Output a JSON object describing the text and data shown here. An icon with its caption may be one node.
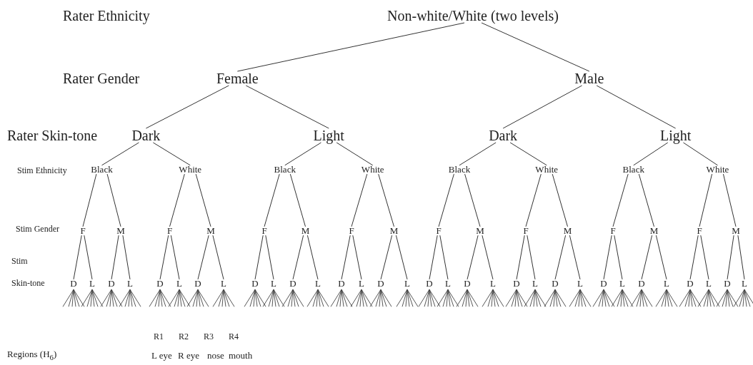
{
  "diagram": {
    "nodes": [
      {
        "text": [
          "Non-white/White (two levels)"
        ]
      },
      {
        "text": [
          "Female"
        ]
      },
      {
        "text": [
          "Male"
        ]
      },
      {
        "text": [
          "Dark"
        ]
      },
      {
        "text": [
          "Light"
        ]
      },
      {
        "text": [
          "Dark"
        ]
      },
      {
        "text": [
          "Light"
        ]
      },
      {
        "text": [
          "Black"
        ]
      },
      {
        "text": [
          "White"
        ]
      },
      {
        "text": [
          "Black"
        ]
      },
      {
        "text": [
          "White"
        ]
      },
      {
        "text": [
          "Black"
        ]
      },
      {
        "text": [
          "White"
        ]
      },
      {
        "text": [
          "Black"
        ]
      },
      {
        "text": [
          "White"
        ]
      },
      {
        "text": [
          "F"
        ]
      },
      {
        "text": [
          "M"
        ]
      },
      {
        "text": [
          "F"
        ]
      },
      {
        "text": [
          "M"
        ]
      },
      {
        "text": [
          "F"
        ]
      },
      {
        "text": [
          "M"
        ]
      },
      {
        "text": [
          "F"
        ]
      },
      {
        "text": [
          "M"
        ]
      },
      {
        "text": [
          "F"
        ]
      },
      {
        "text": [
          "M"
        ]
      },
      {
        "text": [
          "F"
        ]
      },
      {
        "text": [
          "M"
        ]
      },
      {
        "text": [
          "F"
        ]
      },
      {
        "text": [
          "M"
        ]
      },
      {
        "text": [
          "F"
        ]
      },
      {
        "text": [
          "M"
        ]
      },
      {
        "text": [
          "D"
        ]
      },
      {
        "text": [
          "L"
        ]
      },
      {
        "text": [
          "D"
        ]
      },
      {
        "text": [
          "L"
        ]
      },
      {
        "text": [
          "D"
        ]
      },
      {
        "text": [
          "L"
        ]
      },
      {
        "text": [
          "D"
        ]
      },
      {
        "text": [
          "L"
        ]
      },
      {
        "text": [
          "D"
        ]
      },
      {
        "text": [
          "L"
        ]
      },
      {
        "text": [
          "D"
        ]
      },
      {
        "text": [
          "L"
        ]
      },
      {
        "text": [
          "D"
        ]
      },
      {
        "text": [
          "L"
        ]
      },
      {
        "text": [
          "D"
        ]
      },
      {
        "text": [
          "L"
        ]
      },
      {
        "text": [
          "D"
        ]
      },
      {
        "text": [
          "L"
        ]
      },
      {
        "text": [
          "D"
        ]
      },
      {
        "text": [
          "L"
        ]
      },
      {
        "text": [
          "D"
        ]
      },
      {
        "text": [
          "L"
        ]
      },
      {
        "text": [
          "D"
        ]
      },
      {
        "text": [
          "L"
        ]
      },
      {
        "text": [
          "D"
        ]
      },
      {
        "text": [
          "L"
        ]
      },
      {
        "text": [
          "D"
        ]
      },
      {
        "text": [
          "L"
        ]
      },
      {
        "text": [
          "D"
        ]
      },
      {
        "text": [
          "L"
        ]
      },
      {
        "text": [
          "D"
        ]
      },
      {
        "text": [
          "L"
        ]
      }
    ],
    "edges": [
      {
        "from": 0,
        "to": 1,
        "arrow": "none"
      },
      {
        "from": 0,
        "to": 2,
        "arrow": "none"
      },
      {
        "from": 1,
        "to": 3,
        "arrow": "none"
      },
      {
        "from": 1,
        "to": 4,
        "arrow": "none"
      },
      {
        "from": 2,
        "to": 5,
        "arrow": "none"
      },
      {
        "from": 2,
        "to": 6,
        "arrow": "none"
      },
      {
        "from": 3,
        "to": 7,
        "arrow": "none"
      },
      {
        "from": 3,
        "to": 8,
        "arrow": "none"
      },
      {
        "from": 4,
        "to": 9,
        "arrow": "none"
      },
      {
        "from": 4,
        "to": 10,
        "arrow": "none"
      },
      {
        "from": 5,
        "to": 11,
        "arrow": "none"
      },
      {
        "from": 5,
        "to": 12,
        "arrow": "none"
      },
      {
        "from": 6,
        "to": 13,
        "arrow": "none"
      },
      {
        "from": 6,
        "to": 14,
        "arrow": "none"
      },
      {
        "from": 7,
        "to": 15,
        "arrow": "none"
      },
      {
        "from": 7,
        "to": 16,
        "arrow": "none"
      },
      {
        "from": 8,
        "to": 17,
        "arrow": "none"
      },
      {
        "from": 8,
        "to": 18,
        "arrow": "none"
      },
      {
        "from": 9,
        "to": 19,
        "arrow": "none"
      },
      {
        "from": 9,
        "to": 20,
        "arrow": "none"
      },
      {
        "from": 10,
        "to": 21,
        "arrow": "none"
      },
      {
        "from": 10,
        "to": 22,
        "arrow": "none"
      },
      {
        "from": 11,
        "to": 23,
        "arrow": "none"
      },
      {
        "from": 11,
        "to": 24,
        "arrow": "none"
      },
      {
        "from": 12,
        "to": 25,
        "arrow": "none"
      },
      {
        "from": 12,
        "to": 26,
        "arrow": "none"
      },
      {
        "from": 13,
        "to": 27,
        "arrow": "none"
      },
      {
        "from": 13,
        "to": 28,
        "arrow": "none"
      },
      {
        "from": 14,
        "to": 29,
        "arrow": "none"
      },
      {
        "from": 14,
        "to": 30,
        "arrow": "none"
      },
      {
        "from": 15,
        "to": 31,
        "arrow": "none"
      },
      {
        "from": 15,
        "to": 32,
        "arrow": "none"
      },
      {
        "from": 16,
        "to": 33,
        "arrow": "none"
      },
      {
        "from": 16,
        "to": 34,
        "arrow": "none"
      },
      {
        "from": 17,
        "to": 35,
        "arrow": "none"
      },
      {
        "from": 17,
        "to": 36,
        "arrow": "none"
      },
      {
        "from": 18,
        "to": 37,
        "arrow": "none"
      },
      {
        "from": 18,
        "to": 38,
        "arrow": "none"
      },
      {
        "from": 19,
        "to": 39,
        "arrow": "none"
      },
      {
        "from": 19,
        "to": 40,
        "arrow": "none"
      },
      {
        "from": 20,
        "to": 41,
        "arrow": "none"
      },
      {
        "from": 20,
        "to": 42,
        "arrow": "none"
      },
      {
        "from": 21,
        "to": 43,
        "arrow": "none"
      },
      {
        "from": 21,
        "to": 44,
        "arrow": "none"
      },
      {
        "from": 22,
        "to": 45,
        "arrow": "none"
      },
      {
        "from": 22,
        "to": 46,
        "arrow": "none"
      },
      {
        "from": 23,
        "to": 47,
        "arrow": "none"
      },
      {
        "from": 23,
        "to": 48,
        "arrow": "none"
      },
      {
        "from": 24,
        "to": 49,
        "arrow": "none"
      },
      {
        "from": 24,
        "to": 50,
        "arrow": "none"
      },
      {
        "from": 25,
        "to": 51,
        "arrow": "none"
      },
      {
        "from": 25,
        "to": 52,
        "arrow": "none"
      },
      {
        "from": 26,
        "to": 53,
        "arrow": "none"
      },
      {
        "from": 26,
        "to": 54,
        "arrow": "none"
      },
      {
        "from": 27,
        "to": 55,
        "arrow": "none"
      },
      {
        "from": 27,
        "to": 56,
        "arrow": "none"
      },
      {
        "from": 28,
        "to": 57,
        "arrow": "none"
      },
      {
        "from": 28,
        "to": 58,
        "arrow": "none"
      },
      {
        "from": 29,
        "to": 59,
        "arrow": "none"
      },
      {
        "from": 29,
        "to": 60,
        "arrow": "none"
      },
      {
        "from": 30,
        "to": 61,
        "arrow": "none"
      },
      {
        "from": 30,
        "to": 62,
        "arrow": "none"
      }
    ],
    "labels": [
      "Rater Ethnicity",
      "Rater Gender",
      "Rater Skin-tone",
      "Stim Ethnicity",
      "Stim Gender",
      "Stim",
      "Skin-tone",
      "R1",
      "R2",
      "R3",
      "R4",
      "Regions (H$_{6}$)",
      "L eye",
      "R eye",
      "nose",
      "mouth"
    ]
  }
}
